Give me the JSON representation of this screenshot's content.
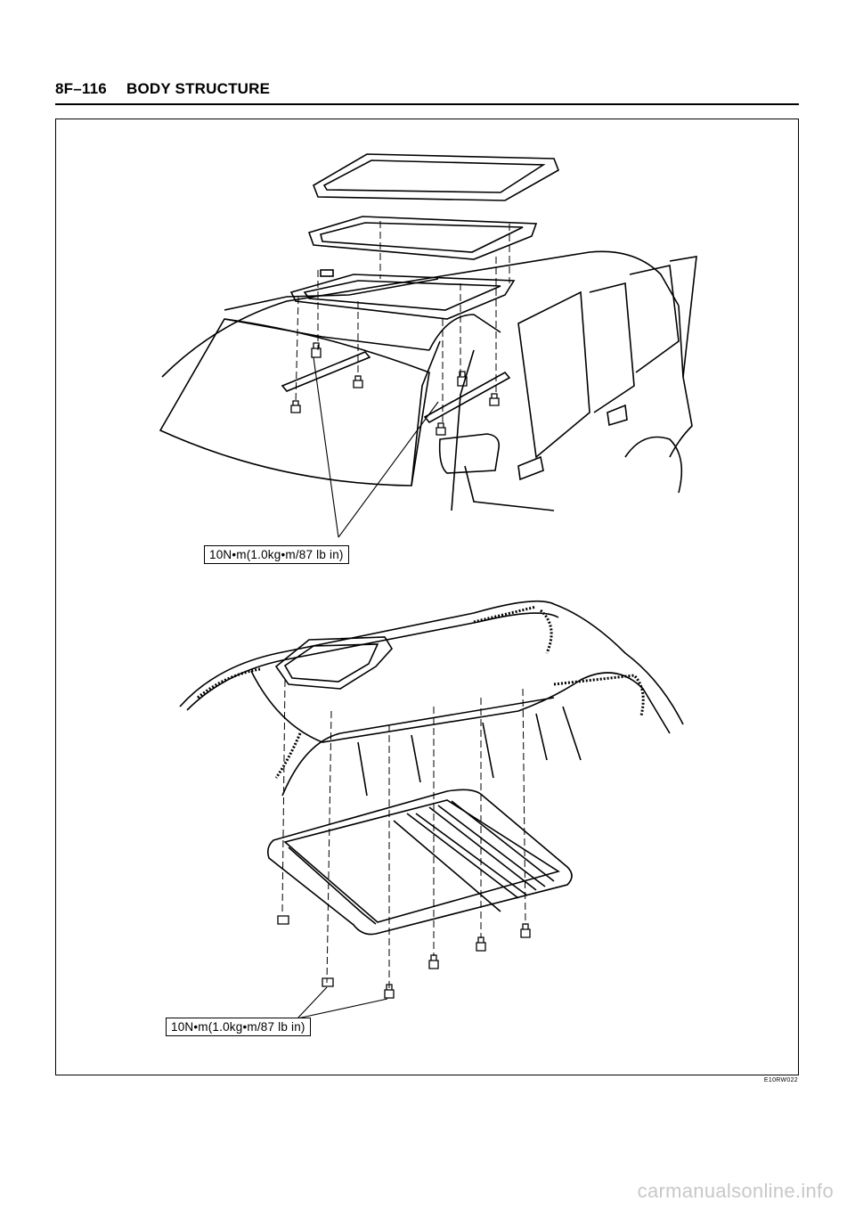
{
  "header": {
    "page_number": "8F–116",
    "section_title": "BODY STRUCTURE"
  },
  "figure": {
    "torque_label_top": "10N•m(1.0kg•m/87 lb in)",
    "torque_label_bottom": "10N•m(1.0kg•m/87 lb in)",
    "figure_code": "E10RW022"
  },
  "watermark": "carmanualsonline.info"
}
